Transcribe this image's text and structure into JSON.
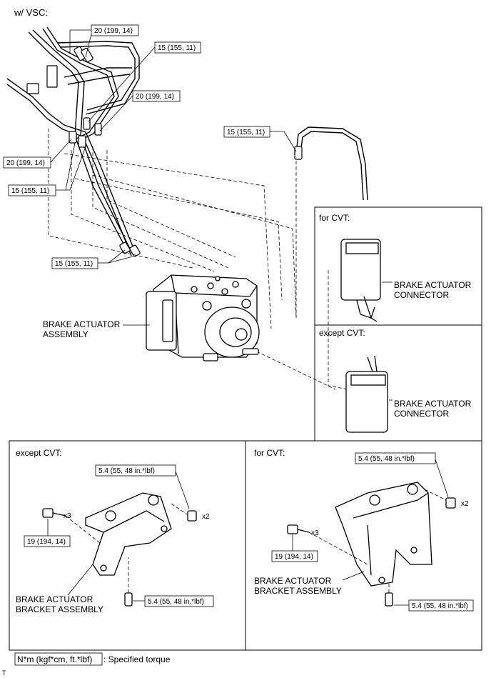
{
  "header": {
    "title": "w/ VSC:"
  },
  "torques": {
    "t20a": "20 (199, 14)",
    "t15a": "15 (155, 11)",
    "t20b": "20 (199, 14)",
    "t20c": "20 (199, 14)",
    "t15b": "15 (155, 11)",
    "t15c": "15 (155, 11)",
    "t15d": "15 (155, 11)",
    "t54_left_top": "5.4 (55, 48 in.*lbf)",
    "t19_left": "19 (194, 14)",
    "t54_left_bottom": "5.4 (55, 48 in.*lbf)",
    "t54_right_top": "5.4 (55, 48 in.*lbf)",
    "t19_right": "19 (194, 14)",
    "t54_right_bottom": "5.4 (55, 48 in.*lbf)"
  },
  "labels": {
    "actuator_assembly": [
      "BRAKE ACTUATOR",
      "ASSEMBLY"
    ],
    "connector_cvt": [
      "BRAKE ACTUATOR",
      "CONNECTOR"
    ],
    "connector_except": [
      "BRAKE ACTUATOR",
      "CONNECTOR"
    ],
    "bracket_left": [
      "BRAKE ACTUATOR",
      "BRACKET ASSEMBLY"
    ],
    "bracket_right": [
      "BRAKE ACTUATOR",
      "BRACKET ASSEMBLY"
    ]
  },
  "panels": {
    "for_cvt_top": "for CVT:",
    "except_cvt_top": "except CVT:",
    "except_cvt_bottom": "except CVT:",
    "for_cvt_bottom": "for CVT:"
  },
  "counts": {
    "left_x3": "x3",
    "left_x2": "x2",
    "right_x3": "x3",
    "right_x2": "x2"
  },
  "legend": {
    "box": "N*m (kgf*cm, ft.*lbf)",
    "text": ": Specified torque"
  },
  "footer": {
    "mark": "T"
  }
}
